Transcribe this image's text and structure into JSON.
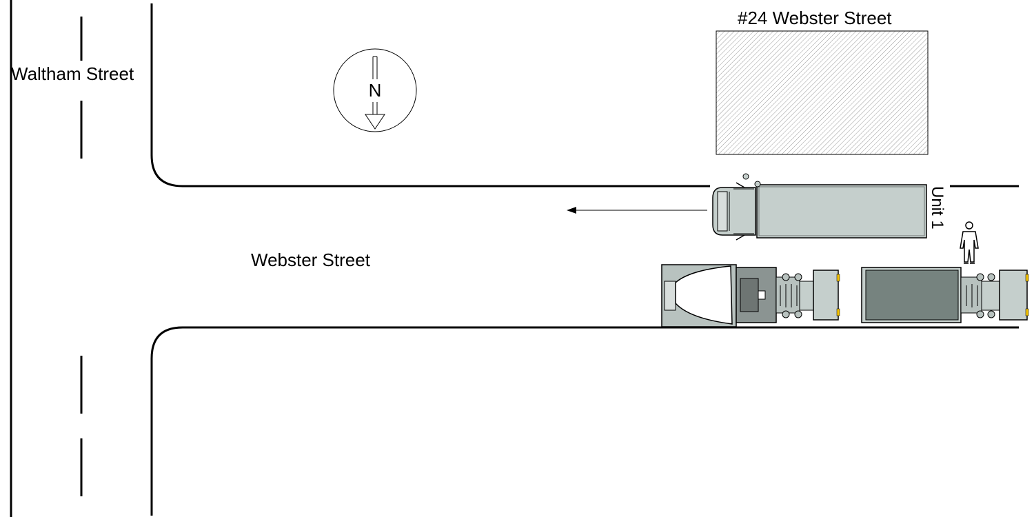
{
  "labels": {
    "cross_street": "Waltham Street",
    "main_street": "Webster Street",
    "building": "#24 Webster Street",
    "compass": "N",
    "vehicle_unit": "Unit 1"
  },
  "icons": {
    "compass": "north-arrow-icon",
    "direction": "left-arrow-icon",
    "pedestrian": "pedestrian-icon"
  },
  "colors": {
    "line": "#000000",
    "truck_body": "#c5cfcc",
    "trailer_dark": "#76837f",
    "tractor": "#b8c2bf",
    "mixer_drum": "#ffffff",
    "frame_dark": "#6e7573",
    "hatch": "#9a9a9a",
    "marker": "#f0c000"
  }
}
